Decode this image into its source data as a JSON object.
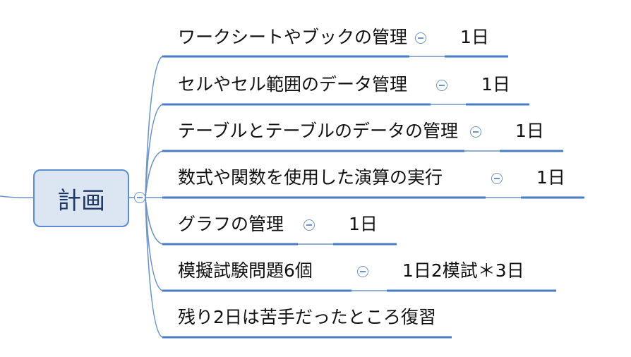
{
  "root": {
    "label": "計画"
  },
  "branches": [
    {
      "label": "ワークシートやブックの管理",
      "child": "1日"
    },
    {
      "label": "セルやセル範囲のデータ管理",
      "child": "1日"
    },
    {
      "label": "テーブルとテーブルのデータの管理",
      "child": "1日"
    },
    {
      "label": "数式や関数を使用した演算の実行",
      "child": "1日"
    },
    {
      "label": "グラフの管理",
      "child": "1日"
    },
    {
      "label": "模擬試験問題6個",
      "child": "1日2模試＊3日"
    },
    {
      "label": "残り2日は苦手だったところ復習",
      "child": ""
    }
  ],
  "colors": {
    "line": "#6d93c4",
    "underline": "#4a7cc4",
    "node_fill": "#dce6f2",
    "node_border": "#5b8ed0"
  },
  "icons": {
    "collapse": "collapse-minus-icon"
  }
}
